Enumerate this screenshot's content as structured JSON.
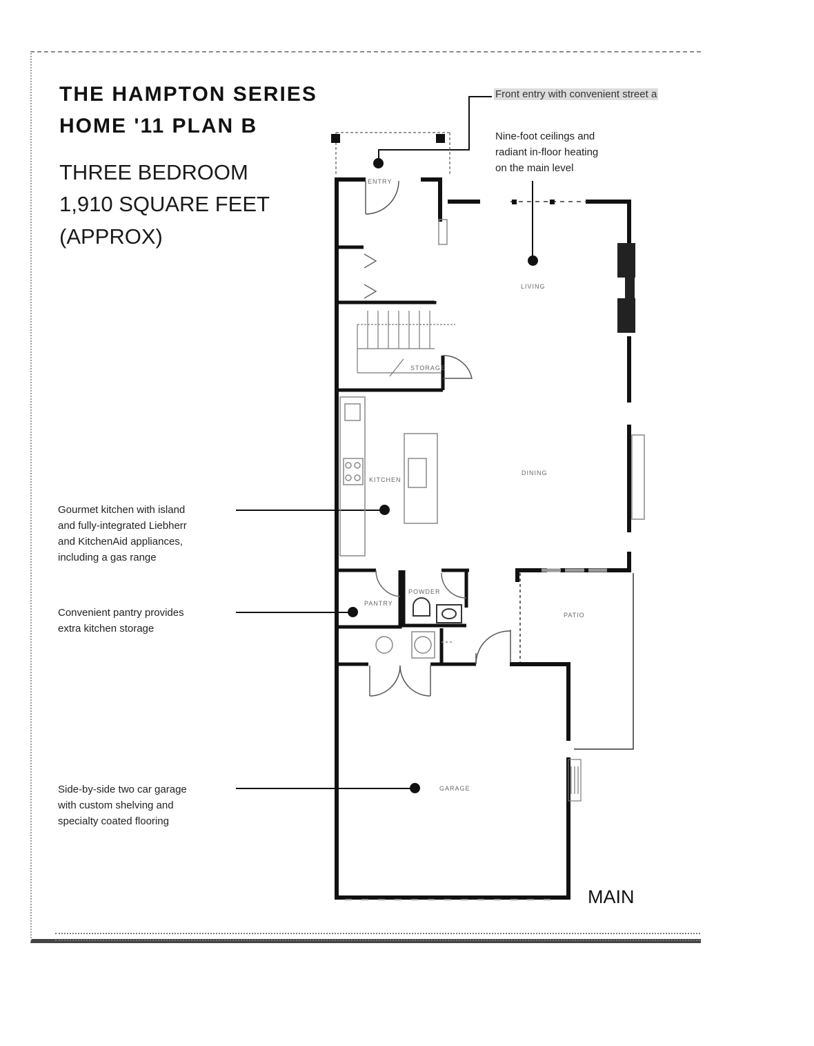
{
  "header": {
    "title_line1": "THE HAMPTON SERIES",
    "title_line2": "HOME '11 PLAN B",
    "bedrooms": "THREE BEDROOM",
    "area": "1,910 SQUARE FEET",
    "approx": "(APPROX)"
  },
  "callouts": {
    "front_entry": "Front entry with convenient street a",
    "ceilings": [
      "Nine-foot ceilings and",
      "radiant in-floor heating",
      "on the main level"
    ],
    "kitchen": [
      "Gourmet kitchen with island",
      "and fully-integrated Liebherr",
      "and KitchenAid appliances,",
      "including a gas range"
    ],
    "pantry": [
      "Convenient pantry provides",
      "extra kitchen storage"
    ],
    "garage": [
      "Side-by-side two car garage",
      "with custom shelving and",
      "specialty coated flooring"
    ]
  },
  "rooms": {
    "entry": "ENTRY",
    "living": "LIVING",
    "storage": "STORAGE",
    "kitchen": "KITCHEN",
    "dining": "DINING",
    "pantry": "PANTRY",
    "powder": "POWDER",
    "patio": "PATIO",
    "garage": "GARAGE"
  },
  "level_label": "MAIN"
}
